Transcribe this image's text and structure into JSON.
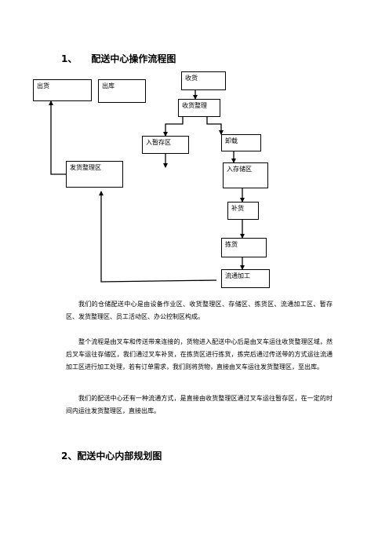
{
  "section1": {
    "number": "1、",
    "title": "配送中心操作流程图"
  },
  "diagram": {
    "boxes": {
      "shouhuo": "收货",
      "shouhuo_zhengli": "收货整理",
      "ru_zancunqu": "入暂存区",
      "xiezai": "卸载",
      "chuhuo": "出货",
      "chuku": "出库",
      "fahuo_zhengliqu": "发货整理区",
      "ru_cunchuqu": "入存储区",
      "buhuo": "补货",
      "jianhuo": "拣货",
      "liutong_jiagong": "流通加工"
    }
  },
  "paragraphs": [
    "我们的仓储配送中心是由设备作业区、收货整理区、存储区、拣货区、流通加工区、暂存区、发货整理区、员工活动区、办公控制区构成。",
    "整个流程是由叉车和传送带来连接的，货物进入配送中心后是由叉车运往收货整理区域，然后叉车运往存储区，我们通过叉车补货，在拣货区进行拣货，拣完后通过传送带的方式运往流通加工区进行加工处理，若有订单需求，我们则将货物，直接由叉车运往发货整理区，至出库。",
    "我们的配送中心还有一种流通方式，是直接由收货整理区通过叉车运往暂存区，在一定的时间内运往发货整理区，直接出库。"
  ],
  "section2": {
    "title": "2、配送中心内部规划图"
  }
}
